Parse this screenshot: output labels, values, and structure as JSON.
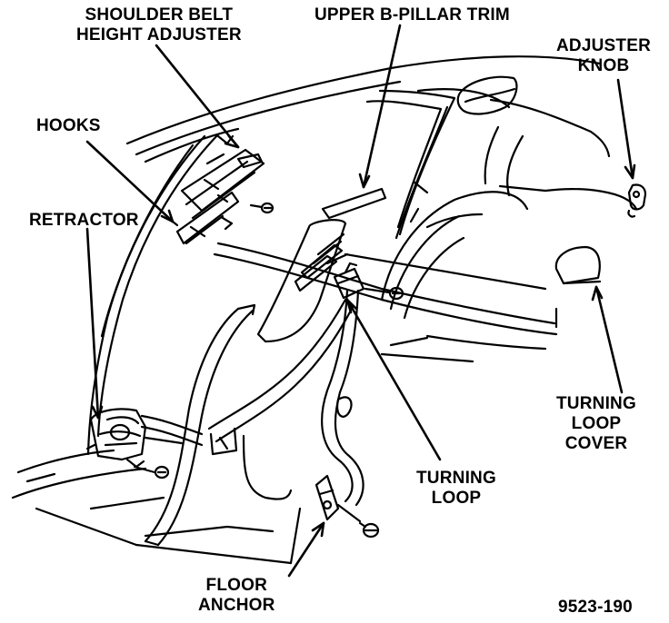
{
  "labels": {
    "shoulder_belt": [
      "SHOULDER BELT",
      "HEIGHT ADJUSTER"
    ],
    "upper_b_pillar_trim": "UPPER B-PILLAR TRIM",
    "adjuster_knob": [
      "ADJUSTER",
      "KNOB"
    ],
    "hooks": "HOOKS",
    "retractor": "RETRACTOR",
    "turning_loop_cover": [
      "TURNING",
      "LOOP",
      "COVER"
    ],
    "turning_loop": [
      "TURNING",
      "LOOP"
    ],
    "floor_anchor": [
      "FLOOR",
      "ANCHOR"
    ],
    "figure_number": "9523-190"
  },
  "colors": {
    "ink": "#000000",
    "paper": "#ffffff"
  }
}
